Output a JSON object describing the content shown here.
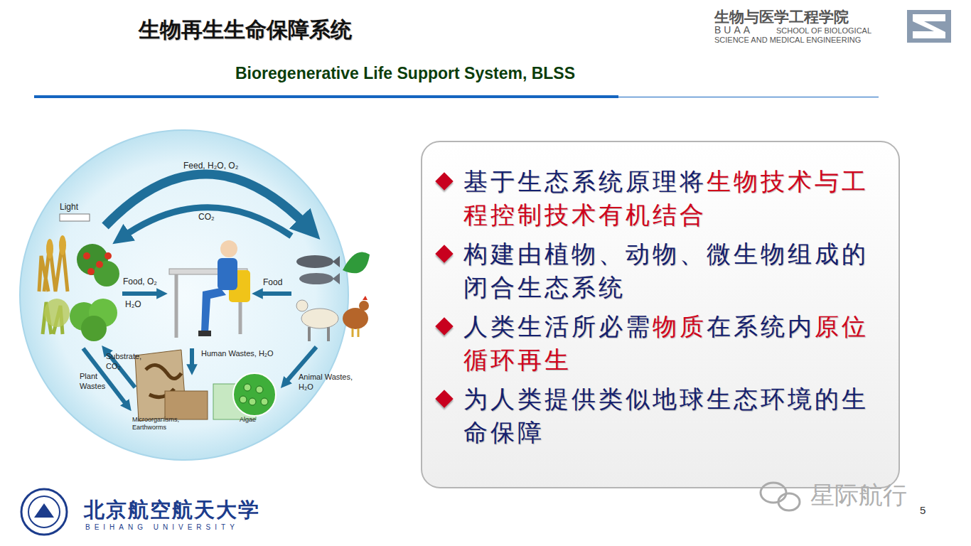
{
  "diagram": {
    "title": "生物再生生命保障系统",
    "nodes": [
      {
        "text": [
          "基于生态系统原理将",
          "生物技术与工程控制技术有机结合",
          "构建由植物、动物、微生物组成的闭合生态系统",
          "人类生活所必需",
          "物质",
          "在系统内",
          "原位循环再生",
          "为人类提供类似地球生态环境的生命保障"
        ]
      },
      {
        "text": [
          "Microorganisms, Earthworms"
        ]
      },
      {
        "text": [
          "Algae"
        ]
      }
    ],
    "labels": [
      "Bioregenerative Life Support System, BLSS",
      "生物与医学工程学院",
      "BUAA",
      "SCHOOL OF BIOLOGICAL",
      "SCIENCE AND MEDICAL ENGINEERING",
      "Feed, H₂O, O₂",
      "CO₂",
      "Light",
      "Food, O₂",
      "H₂O",
      "Food",
      "Human Wastes, H₂O",
      "Plant Wastes",
      "Substrate, CO₂",
      "Animal Wastes, H₂O",
      "北京航空航天大学",
      "BEIHANG UNIVERSITY",
      "星际航行",
      "5"
    ]
  }
}
